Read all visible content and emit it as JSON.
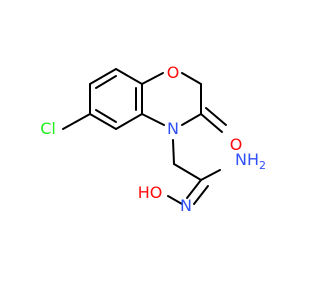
{
  "molecule": {
    "atoms": {
      "o_ring": {
        "label": "O",
        "color": "#FF0D0D"
      },
      "o_ketone": {
        "label": "O",
        "color": "#FF0D0D"
      },
      "n_ring": {
        "label": "N",
        "color": "#3050F8"
      },
      "cl": {
        "label": "Cl",
        "color": "#1FF01F"
      },
      "nh2": {
        "label": "NH",
        "sub": "2",
        "color": "#3050F8"
      },
      "n_oxime": {
        "label": "N",
        "color": "#3050F8"
      },
      "ho": {
        "label": "HO",
        "color": "#FF0D0D"
      }
    }
  }
}
